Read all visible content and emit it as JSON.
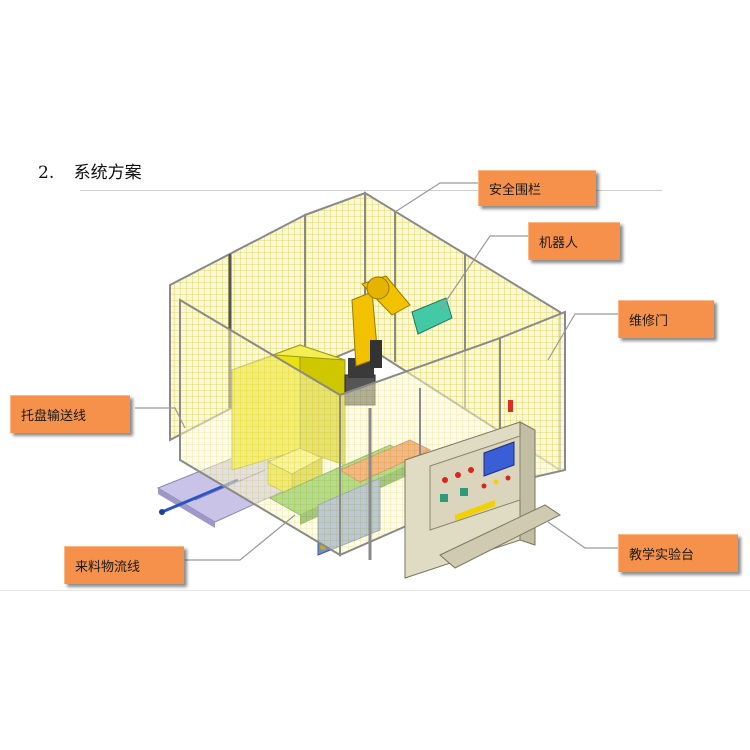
{
  "heading": {
    "number": "2.",
    "title": "系统方案"
  },
  "callouts": {
    "fence": "安全围栏",
    "robot": "机器人",
    "door": "维修门",
    "pallet_line": "托盘输送线",
    "feed_line": "来料物流线",
    "console": "教学实验台"
  },
  "colors": {
    "callout_fill": "#f5914a",
    "fence_mesh": "#e8e06a",
    "robot_body": "#f2c200",
    "gripper": "#44c9a6",
    "console_body": "#e0dcc4",
    "screen": "#3a5ed6",
    "pallet_plate": "#c9c3e8",
    "conveyor_green": "#5fb83a"
  }
}
